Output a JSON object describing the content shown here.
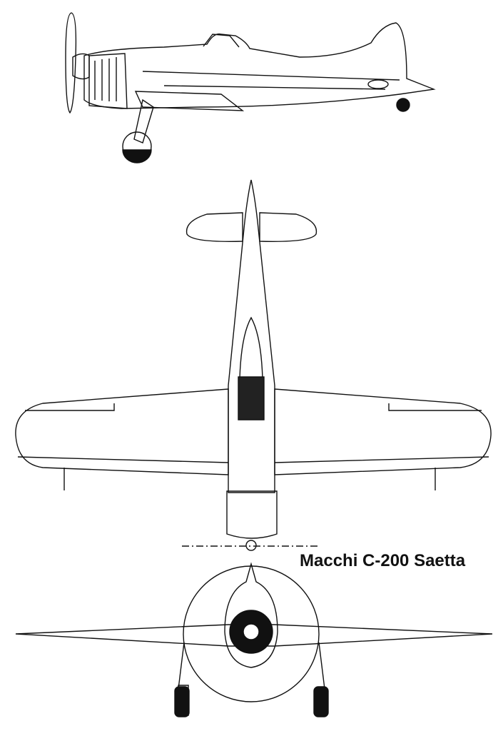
{
  "diagram": {
    "title": "Macchi C-200 Saetta",
    "views": [
      "side",
      "top",
      "front"
    ],
    "colors": {
      "line": "#111111",
      "background": "#ffffff"
    }
  }
}
